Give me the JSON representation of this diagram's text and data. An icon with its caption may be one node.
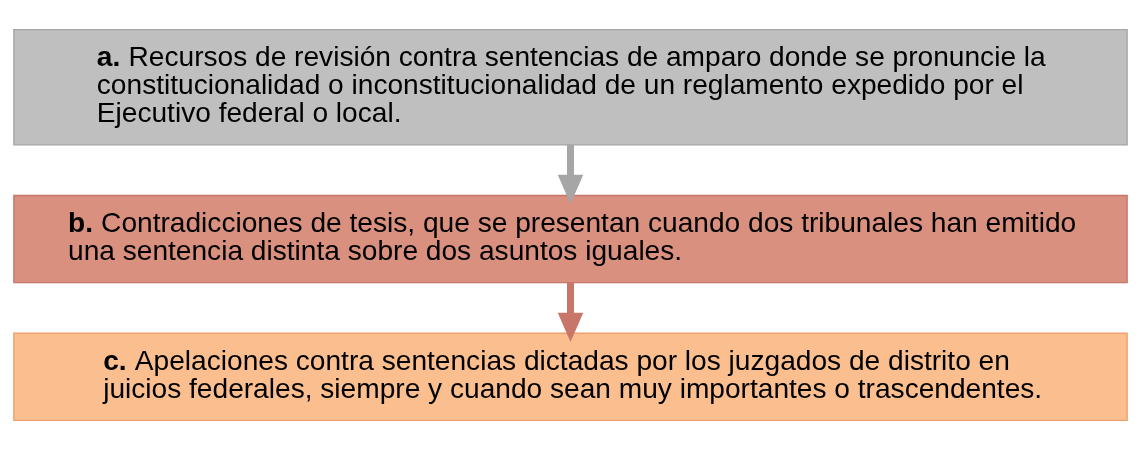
{
  "diagram": {
    "nodes": [
      {
        "text": [
          "**a.** Recursos de revisión contra sentencias de amparo donde se pronuncie la constitucionalidad o inconstitucionalidad de un reglamento expedido por el Ejecutivo federal o local."
        ]
      },
      {
        "text": [
          "**b.** Contradicciones de tesis, que se presentan cuando dos tribunales han emitido una sentencia distinta sobre dos asuntos iguales."
        ]
      },
      {
        "text": [
          "**c.** Apelaciones contra sentencias dictadas por los juzgados de distrito en juicios federales, siempre y cuando sean muy importantes o trascendentes."
        ]
      }
    ],
    "edges": [
      {
        "from": 0,
        "to": 1,
        "arrow": "to"
      },
      {
        "from": 1,
        "to": 2,
        "arrow": "to"
      }
    ]
  }
}
